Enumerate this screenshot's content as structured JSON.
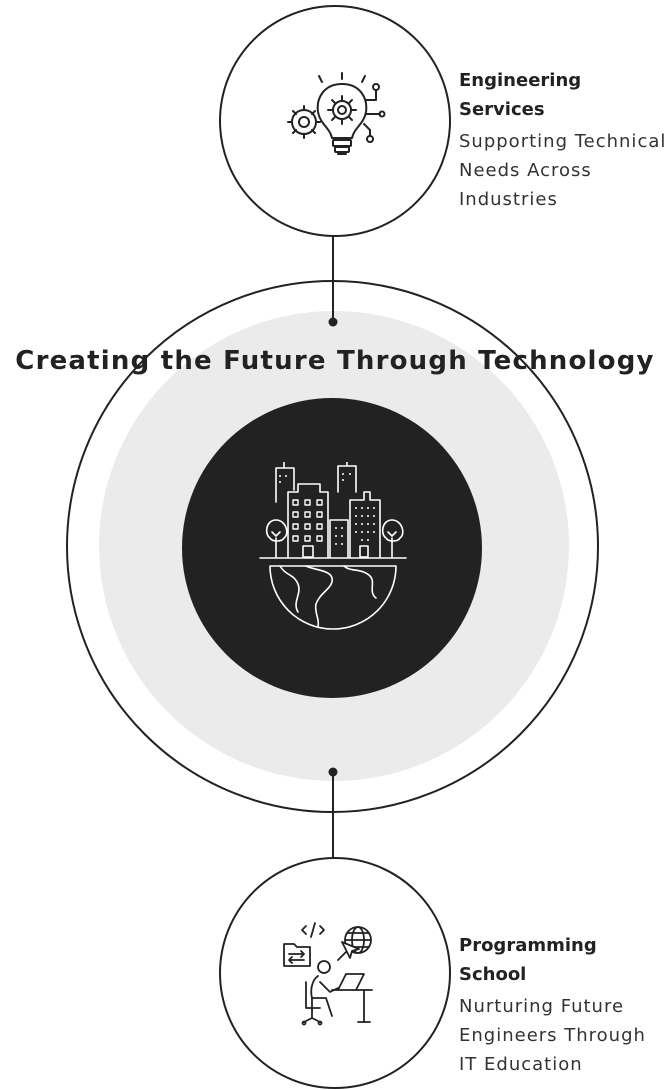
{
  "center": {
    "title": "Creating the Future Through Technology"
  },
  "services": {
    "engineering": {
      "title": "Engineering\nServices",
      "description": "Supporting Technical\nNeeds Across\nIndustries",
      "icon": "lightbulb-gear-icon"
    },
    "school": {
      "title": "Programming School",
      "description": "Nurturing Future\nEngineers Through\nIT Education",
      "icon": "programmer-desk-icon"
    }
  },
  "center_icon": "city-globe-icon",
  "colors": {
    "ink": "#222222",
    "gray_disc": "#ebebeb",
    "background": "#ffffff"
  }
}
